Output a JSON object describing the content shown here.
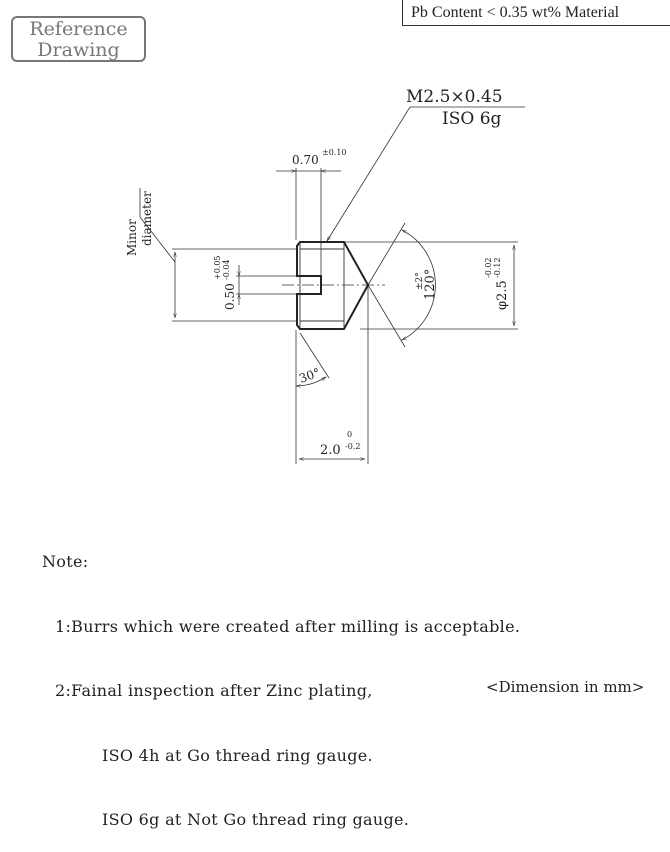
{
  "stamp": {
    "line1": "Reference",
    "line2": "Drawing"
  },
  "material": "Pb Content < 0.35 wt% Material",
  "thread_callout": {
    "spec": "M2.5×0.45",
    "tolerance": "ISO 6g"
  },
  "dimensions": {
    "slot_depth": {
      "value": "0.70",
      "tol": "±0.10"
    },
    "slot_width": {
      "value": "0.50",
      "upper": "+0.05",
      "lower": "-0.04"
    },
    "diameter": {
      "value": "φ2.5",
      "upper": "-0.02",
      "lower": "-0.12"
    },
    "cone_angle": {
      "value": "120°",
      "tol": "±2°"
    },
    "chamfer_angle": "30°",
    "length": {
      "value": "2.0",
      "upper": "0",
      "lower": "-0.2"
    },
    "minor_label": {
      "line1": "Minor",
      "line2": "diameter"
    }
  },
  "notes": {
    "title": "Note:",
    "items": [
      "1:Burrs which were created after milling is acceptable.",
      "2:Fainal inspection after Zinc plating,",
      "ISO 4h at Go thread ring gauge.",
      "ISO 6g at Not Go thread ring gauge."
    ]
  },
  "unit_note": "<Dimension in mm>"
}
